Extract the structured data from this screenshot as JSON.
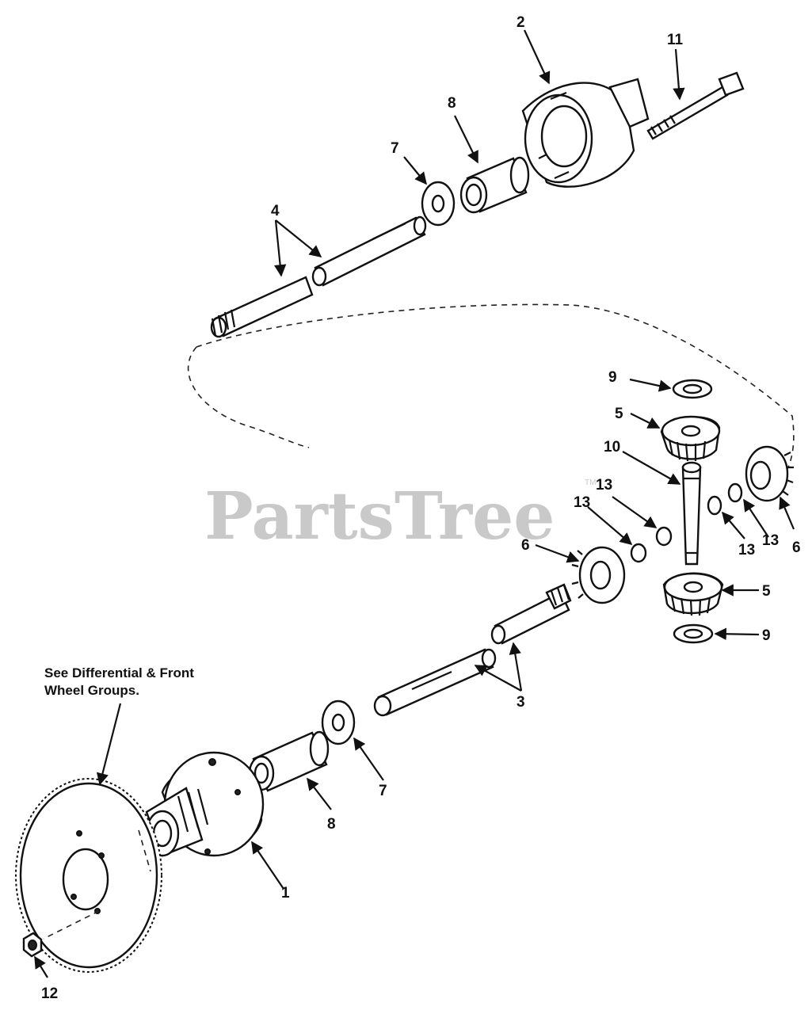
{
  "watermark": {
    "brand": "PartsTree",
    "trademark": "TM"
  },
  "note": {
    "line1": "See Differential & Front",
    "line2": "Wheel Groups."
  },
  "callouts": {
    "c1": "1",
    "c2": "2",
    "c3": "3",
    "c4": "4",
    "c5a": "5",
    "c5b": "5",
    "c6a": "6",
    "c6b": "6",
    "c7a": "7",
    "c7b": "7",
    "c8a": "8",
    "c8b": "8",
    "c9a": "9",
    "c9b": "9",
    "c10": "10",
    "c11": "11",
    "c12": "12",
    "c13a": "13",
    "c13b": "13",
    "c13c": "13",
    "c13d": "13"
  }
}
